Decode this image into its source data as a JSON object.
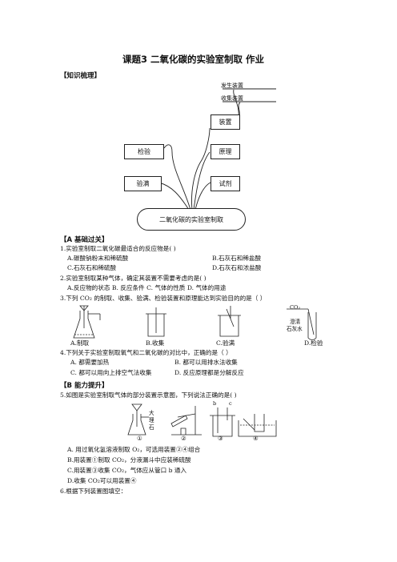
{
  "title": "课题3   二氧化碳的实验室制取  作业",
  "knowledge": {
    "heading": "【知识梳理】",
    "mindmap": {
      "root": "二氧化碳的实验室制取",
      "left": [
        "检验",
        "验满"
      ],
      "right": [
        "装置",
        "原理",
        "试剂"
      ],
      "device_children": [
        "发生装置",
        "收集装置"
      ]
    }
  },
  "sectionA": {
    "heading": "【A 基础过关】",
    "q1": {
      "stem": "1.实验室制取二氧化碳最适合的反应物是(      )",
      "a": "A.碳酸钠粉末和稀硫酸",
      "b": "B.石灰石和稀盐酸",
      "c": "C.石灰石和稀硫酸",
      "d": "D.石灰石和浓盐酸"
    },
    "q2": {
      "stem": "2.实验室制取某种气体，确定其装置不需要考虑的是(      )",
      "options": "A.反应物的状态      B. 反应条件   C. 气体的性质    D. 气体的用途"
    },
    "q3": {
      "stem": "3.下列 CO₂ 的制取、收集、验满、检验装置和原理能达到实验目的的是（      ）",
      "labels": [
        "A.制取",
        "B.收集",
        "C.验满",
        "D.检验"
      ],
      "fig_co2": "CO₂",
      "fig_lime1": "澄清",
      "fig_lime2": "石灰水"
    },
    "q4": {
      "stem": "4.下列关于实验室制取氧气和二氧化碳的对比中，正确的是（        ）",
      "a": "A.  都需要加热",
      "b": "B.  都可以用排水法收集",
      "c": "C.  都可以用向上排空气法收集",
      "d": "D.  反应原理都是分解反应"
    }
  },
  "sectionB": {
    "heading": "【B 能力提升】",
    "q5": {
      "stem": "5.如图是实验室制取气体的部分装置示意图，下列说法正确的是(        )",
      "fig1_a": "大",
      "fig1_b": "理",
      "fig1_c": "石",
      "fig3_b": "b",
      "fig3_c": "c",
      "labels": [
        "①",
        "②",
        "③",
        "④"
      ],
      "a": "A.   用过氧化氢溶液制取 O₂，可选用装置②④组合",
      "b": "B.用装置①制取 CO₂，分液漏斗中应装稀硫酸",
      "c": "C.用装置③收集 CO₂，气体应从管口 b 通入",
      "d": "D.收集 CO₂可以用装置④"
    },
    "q6": {
      "stem": "6.根据下列装置图填空："
    }
  }
}
